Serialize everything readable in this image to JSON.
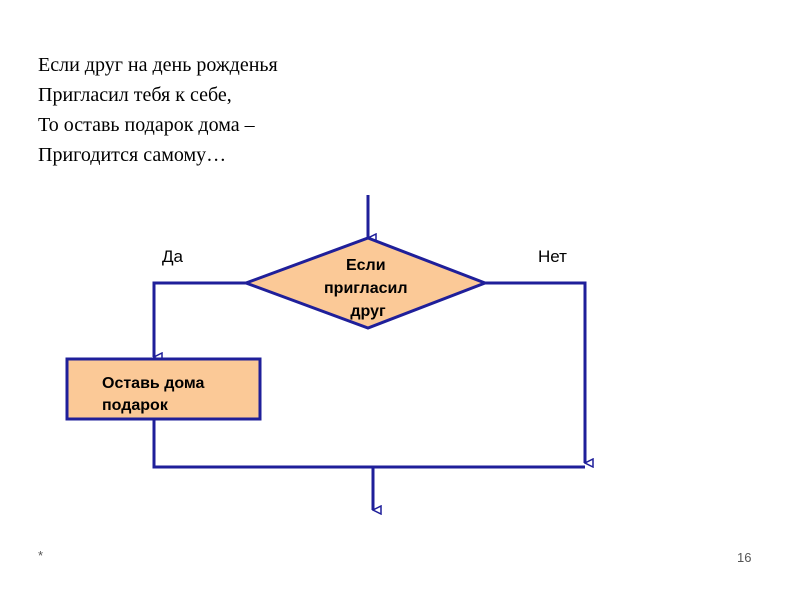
{
  "poem": {
    "lines": [
      "Если друг на день рожденья",
      "Пригласил тебя к себе,",
      "То оставь подарок дома –",
      "Пригодится самому…"
    ]
  },
  "flowchart": {
    "condition": {
      "lines": [
        "Если",
        "пригласил",
        "друг"
      ]
    },
    "yes_label": "Да",
    "no_label": "Нет",
    "action": {
      "lines": [
        "Оставь дома",
        "подарок"
      ]
    },
    "colors": {
      "line": "#1f1f9a",
      "shape_fill": "#fbc997",
      "shape_stroke": "#1f1f9a"
    }
  },
  "footer": {
    "left_mark": "*",
    "page_number": "16"
  }
}
